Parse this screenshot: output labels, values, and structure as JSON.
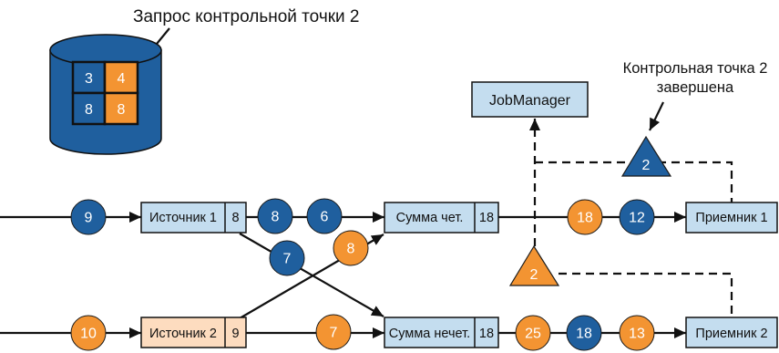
{
  "checkpoint_request": {
    "label": "Запрос контрольной точки 2",
    "storage_color": "#1f5f9e",
    "state_snapshot": [
      {
        "value": "3",
        "color": "#1f5f9e"
      },
      {
        "value": "4",
        "color": "#f39432"
      },
      {
        "value": "8",
        "color": "#1f5f9e"
      },
      {
        "value": "8",
        "color": "#f39432"
      }
    ]
  },
  "job_manager": {
    "label": "JobManager",
    "fill": "#c4ddef"
  },
  "checkpoint_complete": {
    "line1": "Контрольная точка 2",
    "line2": "завершена"
  },
  "barriers": {
    "completed": {
      "value": "2",
      "color": "#1f5f9e"
    },
    "pending": {
      "value": "2",
      "color": "#f39432"
    }
  },
  "operators": {
    "source1": {
      "label": "Источник 1",
      "state": "8",
      "fill": "#c4ddef"
    },
    "source2": {
      "label": "Источник 2",
      "state": "9",
      "fill": "#fddcbf"
    },
    "sum_even": {
      "label": "Сумма чет.",
      "state": "18",
      "fill": "#c4ddef"
    },
    "sum_odd": {
      "label": "Сумма нечет.",
      "state": "18",
      "fill": "#c4ddef"
    },
    "sink1": {
      "label": "Приемник 1",
      "fill": "#c4ddef"
    },
    "sink2": {
      "label": "Приемник 2",
      "fill": "#c4ddef"
    }
  },
  "streams": {
    "input1": [
      {
        "value": "9",
        "color": "#1f5f9e"
      }
    ],
    "source1_to_sum_even": [
      {
        "value": "8",
        "color": "#1f5f9e"
      },
      {
        "value": "6",
        "color": "#1f5f9e"
      }
    ],
    "source1_to_sum_odd": [
      {
        "value": "7",
        "color": "#1f5f9e"
      }
    ],
    "sum_even_to_sink1": [
      {
        "value": "18",
        "color": "#f39432"
      },
      {
        "value": "12",
        "color": "#1f5f9e"
      }
    ],
    "input2": [
      {
        "value": "10",
        "color": "#f39432"
      }
    ],
    "source2_to_sum_odd": [
      {
        "value": "7",
        "color": "#f39432"
      }
    ],
    "source2_to_sum_even": [
      {
        "value": "8",
        "color": "#f39432"
      }
    ],
    "sum_odd_to_sink2": [
      {
        "value": "25",
        "color": "#f39432"
      },
      {
        "value": "18",
        "color": "#1f5f9e"
      },
      {
        "value": "13",
        "color": "#f39432"
      }
    ]
  }
}
